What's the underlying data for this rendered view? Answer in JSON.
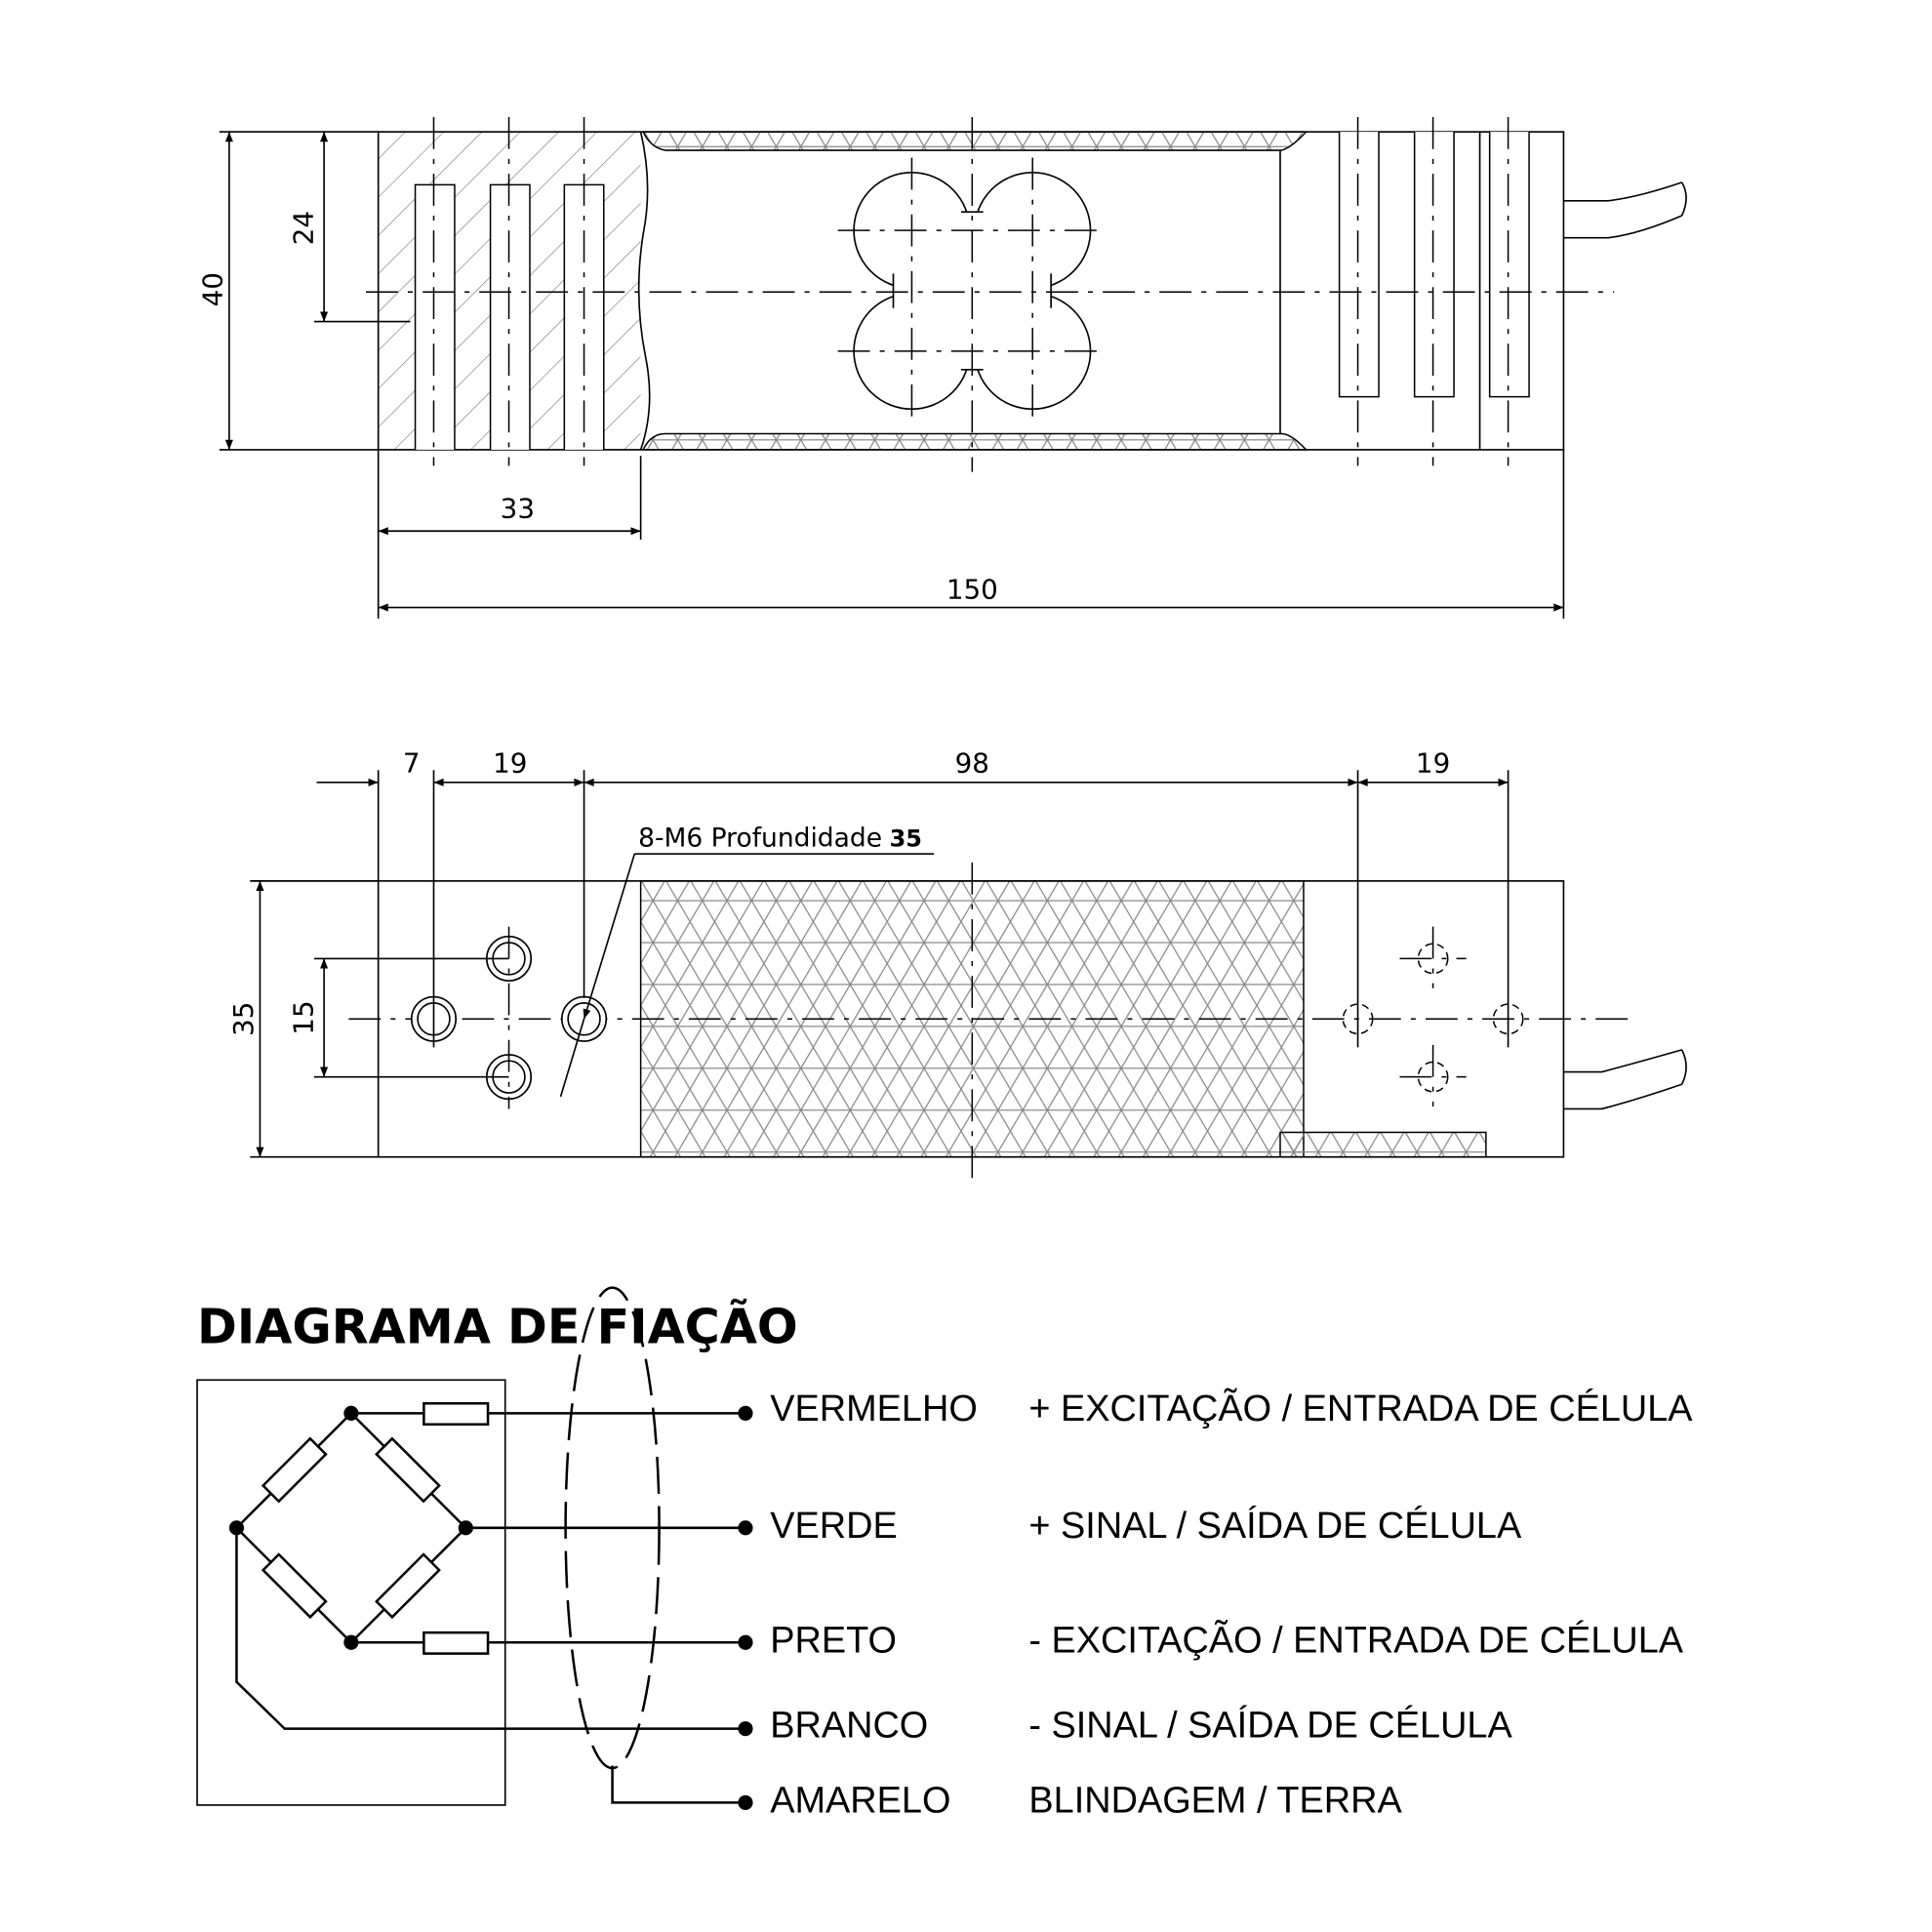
{
  "top_view": {
    "dims": {
      "height_total": "40",
      "height_hole": "24",
      "offset": "33",
      "length": "150"
    }
  },
  "bottom_view": {
    "dims": {
      "d1": "7",
      "d2": "19",
      "d3": "98",
      "d4": "19",
      "width": "35",
      "spacing": "15"
    },
    "callout": {
      "text": "8-M6 Profundidade",
      "depth": "35"
    }
  },
  "wiring": {
    "title": "DIAGRAMA DE FIAÇÃO",
    "wires": [
      {
        "color": "VERMELHO",
        "function": "+ EXCITAÇÃO / ENTRADA DE CÉLULA"
      },
      {
        "color": "VERDE",
        "function": "+ SINAL / SAÍDA DE CÉLULA"
      },
      {
        "color": "PRETO",
        "function": "- EXCITAÇÃO / ENTRADA DE CÉLULA"
      },
      {
        "color": "BRANCO",
        "function": "- SINAL / SAÍDA DE CÉLULA"
      },
      {
        "color": "AMARELO",
        "function": "BLINDAGEM / TERRA"
      }
    ]
  }
}
